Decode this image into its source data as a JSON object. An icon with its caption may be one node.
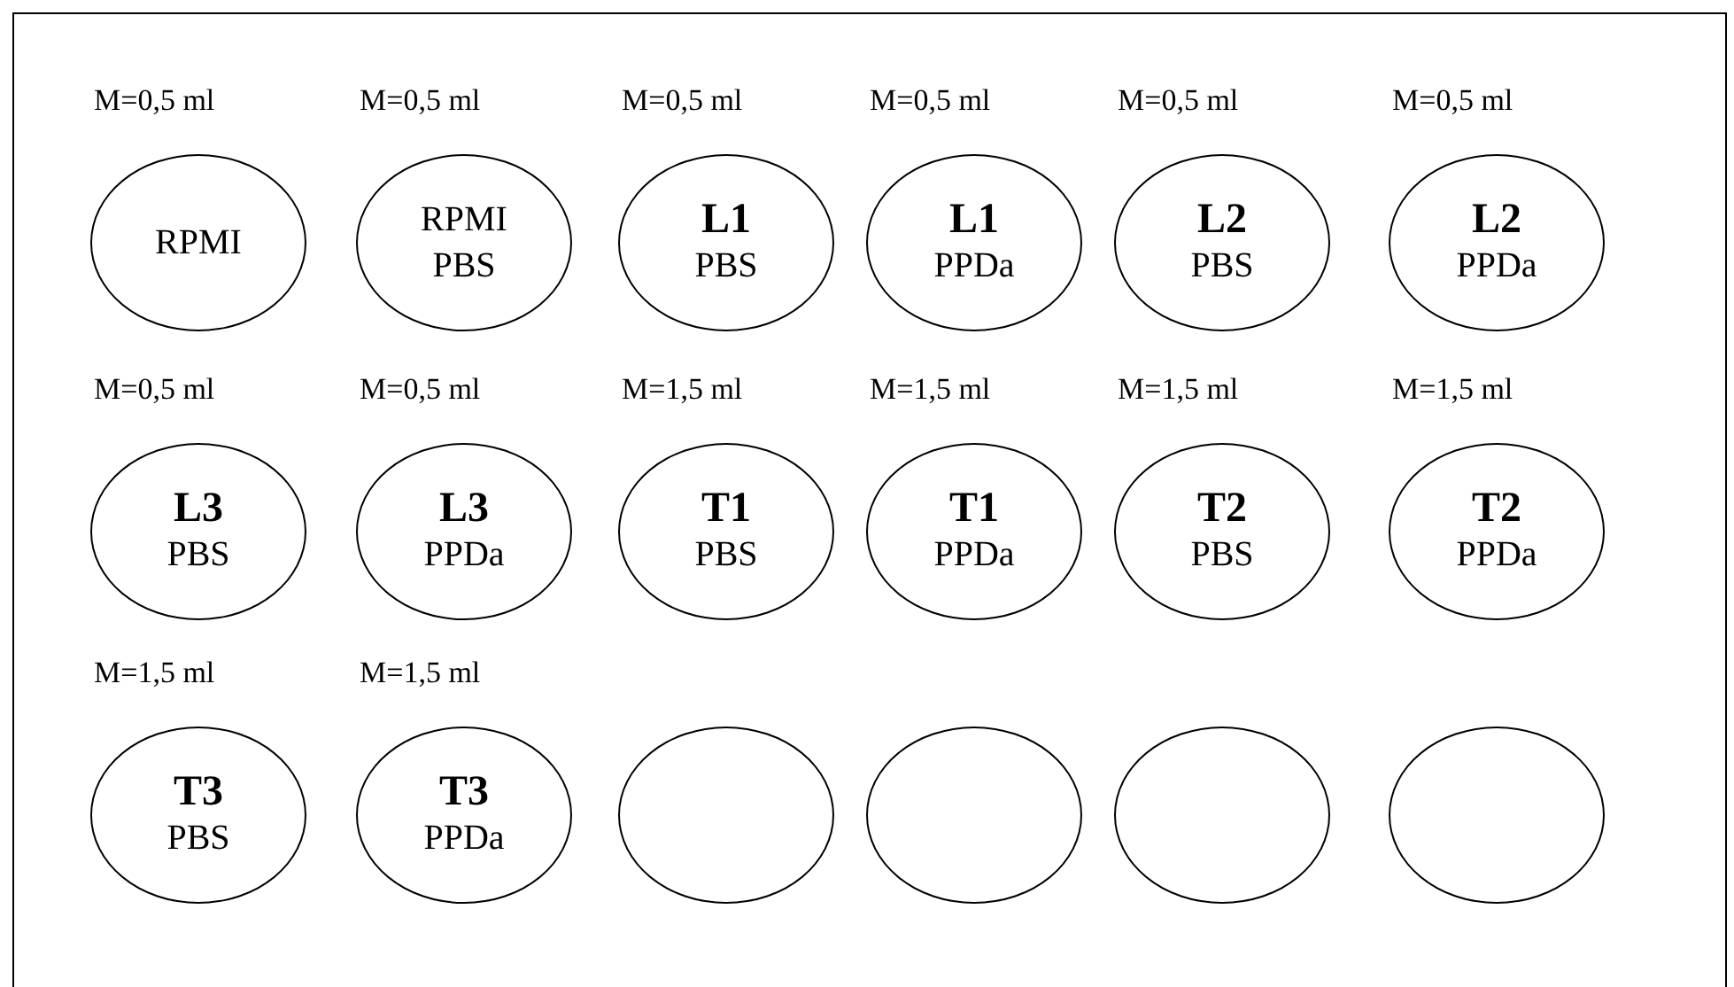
{
  "diagram": {
    "nodes": [
      {
        "text": [
          "RPMI"
        ],
        "beside": [
          "M=0,5 ml"
        ]
      },
      {
        "text": [
          "RPMI",
          "PBS"
        ],
        "beside": [
          "M=0,5 ml"
        ]
      },
      {
        "text": [
          "L1",
          "PBS"
        ],
        "beside": [
          "M=0,5 ml"
        ]
      },
      {
        "text": [
          "L1",
          "PPDa"
        ],
        "beside": [
          "M=0,5 ml"
        ]
      },
      {
        "text": [
          "L2",
          "PBS"
        ],
        "beside": [
          "M=0,5 ml"
        ]
      },
      {
        "text": [
          "L2",
          "PPDa"
        ],
        "beside": [
          "M=0,5 ml"
        ]
      },
      {
        "text": [
          "L3",
          "PBS"
        ],
        "beside": [
          "M=0,5 ml"
        ]
      },
      {
        "text": [
          "L3",
          "PPDa"
        ],
        "beside": [
          "M=0,5 ml"
        ]
      },
      {
        "text": [
          "T1",
          "PBS"
        ],
        "beside": [
          "M=1,5 ml"
        ]
      },
      {
        "text": [
          "T1",
          "PPDa"
        ],
        "beside": [
          "M=1,5 ml"
        ]
      },
      {
        "text": [
          "T2",
          "PBS"
        ],
        "beside": [
          "M=1,5 ml"
        ]
      },
      {
        "text": [
          "T2",
          "PPDa"
        ],
        "beside": [
          "M=1,5 ml"
        ]
      },
      {
        "text": [
          "T3",
          "PBS"
        ],
        "beside": [
          "M=1,5 ml"
        ]
      },
      {
        "text": [
          "T3",
          "PPDa"
        ],
        "beside": [
          "M=1,5 ml"
        ]
      },
      {
        "text": [],
        "shape": "circle"
      },
      {
        "text": [],
        "shape": "circle"
      },
      {
        "text": [],
        "shape": "circle"
      },
      {
        "text": [],
        "shape": "circle"
      }
    ]
  }
}
